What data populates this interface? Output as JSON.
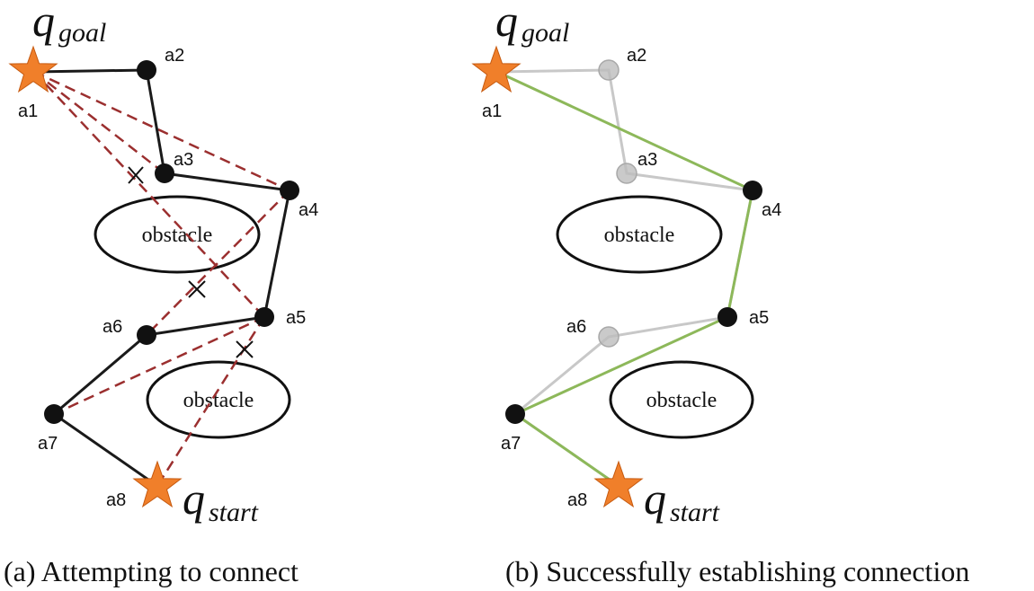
{
  "colors": {
    "path_edge": "#1a1a1a",
    "attempt_edge": "#9b2f2f",
    "success_edge": "#8db85a",
    "faded_edge": "#c8c8c8",
    "node_fill": "#111111",
    "faded_node_fill": "#bdbdbd",
    "star_fill": "#f07f2a"
  },
  "labels": {
    "q_symbol": "q",
    "goal_sub": "goal",
    "start_sub": "start",
    "obstacle": "obstacle",
    "nodes": [
      "a1",
      "a2",
      "a3",
      "a4",
      "a5",
      "a6",
      "a7",
      "a8"
    ]
  },
  "panel_a": {
    "caption": "(a) Attempting to connect"
  },
  "panel_b": {
    "caption": "(b) Successfully establishing connection"
  }
}
